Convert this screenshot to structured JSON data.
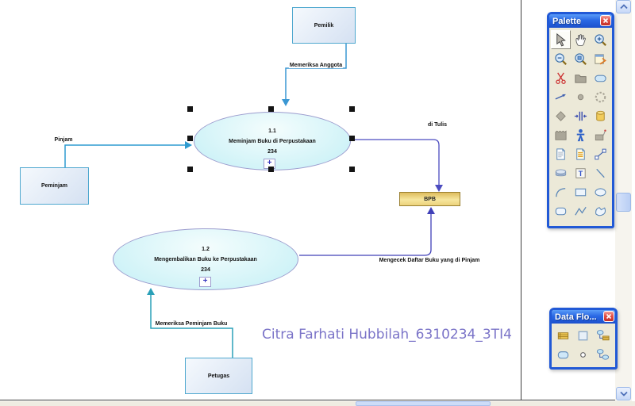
{
  "diagram": {
    "entities": {
      "pemilik": {
        "label": "Pemilik"
      },
      "peminjam": {
        "label": "Peminjam"
      },
      "petugas": {
        "label": "Petugas"
      }
    },
    "data_store": {
      "label": "BPB"
    },
    "processes": {
      "p1": {
        "num": "1.1",
        "name": "Meminjam Buku di Perpustakaan",
        "extra": "234",
        "expander": "+"
      },
      "p2": {
        "num": "1.2",
        "name": "Mengembalikan Buku ke Perpustakaan",
        "extra": "234",
        "expander": "+"
      }
    },
    "flows": {
      "memeriksa_anggota": "Memeriksa Anggota",
      "pinjam": "Pinjam",
      "di_tulis": "di Tulis",
      "mengecek": "Mengecek Daftar Buku yang di Pinjam",
      "memeriksa_peminjam": "Memeriksa Peminjam Buku"
    },
    "signature": "Citra Farhati Hubbilah_6310234_3TI4"
  },
  "palette_window": {
    "title": "Palette",
    "close_icon": "close-x-icon",
    "tools": [
      "pointer",
      "grab",
      "zoom-in",
      "zoom-out",
      "zoom-window",
      "properties",
      "delete",
      "package",
      "process",
      "flow",
      "resource-flow",
      "organization-unit",
      "decision",
      "split-merge",
      "data-store",
      "external-entity",
      "actor",
      "file",
      "document",
      "report",
      "link",
      "graphic-shape",
      "title-box",
      "line",
      "arc",
      "rectangle",
      "ellipse",
      "rounded-rectangle",
      "polyline",
      "polygon"
    ],
    "selected_tool": "pointer"
  },
  "dataflow_window": {
    "title": "Data Flo...",
    "close_icon": "close-x-icon",
    "tools": [
      "data-store",
      "external-entity",
      "flow-to-data-store",
      "process",
      "point",
      "flow"
    ]
  },
  "colors": {
    "entity_border": "#4fa8cf",
    "process_border": "#9c9cce",
    "store_border": "#9a8030",
    "flow_blue": "#3a97d3",
    "flow_teal": "#2aa0b8",
    "flow_navy": "#4343be",
    "signature": "#7b74c8",
    "titlebar_blue": "#2a68e4",
    "window_body": "#ece9d8"
  }
}
